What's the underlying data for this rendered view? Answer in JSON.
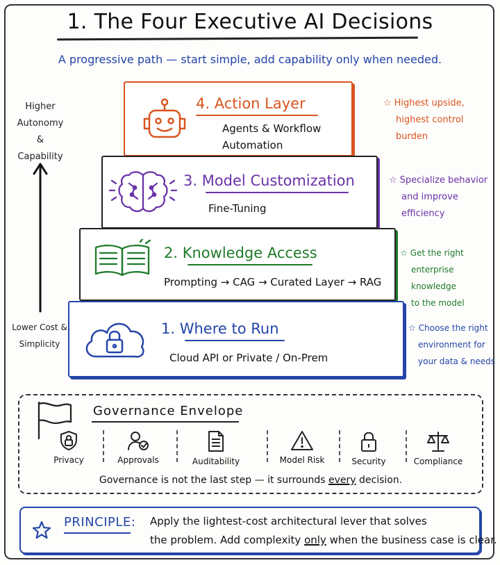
{
  "title": "1. The Four Executive AI Decisions",
  "subtitle": "A progressive path — start simple, add capability only when needed.",
  "axis": {
    "top_lines": [
      "Higher",
      "Autonomy &",
      "Capability"
    ],
    "bottom_lines": [
      "Lower Cost &",
      "Simplicity"
    ]
  },
  "tiers": {
    "t4": {
      "title": "4. Action Layer",
      "lines": [
        "Agents & Workflow",
        "Automation"
      ],
      "icon": "robot-icon",
      "note": [
        "Highest upside,",
        "highest control",
        "burden"
      ]
    },
    "t3": {
      "title": "3. Model Customization",
      "lines": [
        "Fine-Tuning"
      ],
      "icon": "brain-icon",
      "note": [
        "Specialize behavior",
        "and improve",
        "efficiency"
      ]
    },
    "t2": {
      "title": "2. Knowledge Access",
      "lines": [
        "Prompting → CAG → Curated Layer → RAG"
      ],
      "icon": "book-icon",
      "note": [
        "Get the right",
        "enterprise knowledge",
        "to the model"
      ]
    },
    "t1": {
      "title": "1. Where to Run",
      "lines": [
        "Cloud API  or  Private / On-Prem"
      ],
      "icon": "cloud-lock-icon",
      "note": [
        "Choose the right",
        "environment for",
        "your data & needs"
      ]
    }
  },
  "governance": {
    "title": "Governance Envelope",
    "items": [
      {
        "label": "Privacy",
        "icon": "shield-lock-icon"
      },
      {
        "label": "Approvals",
        "icon": "user-check-icon"
      },
      {
        "label": "Auditability",
        "icon": "document-icon"
      },
      {
        "label": "Model Risk",
        "icon": "warning-icon"
      },
      {
        "label": "Security",
        "icon": "padlock-icon"
      },
      {
        "label": "Compliance",
        "icon": "scales-icon"
      }
    ],
    "footer_before": "Governance is not the last step — it surrounds ",
    "footer_em": "every",
    "footer_after": " decision."
  },
  "principle": {
    "label": "PRINCIPLE:",
    "line1": "Apply the lightest-cost architectural lever that solves",
    "line2_before": "the problem. Add complexity ",
    "line2_em": "only",
    "line2_after": " when the business case is clear."
  },
  "colors": {
    "orange": "#d9541e",
    "purple": "#6a32a8",
    "green": "#1f7a2a",
    "blue": "#2445a8"
  }
}
